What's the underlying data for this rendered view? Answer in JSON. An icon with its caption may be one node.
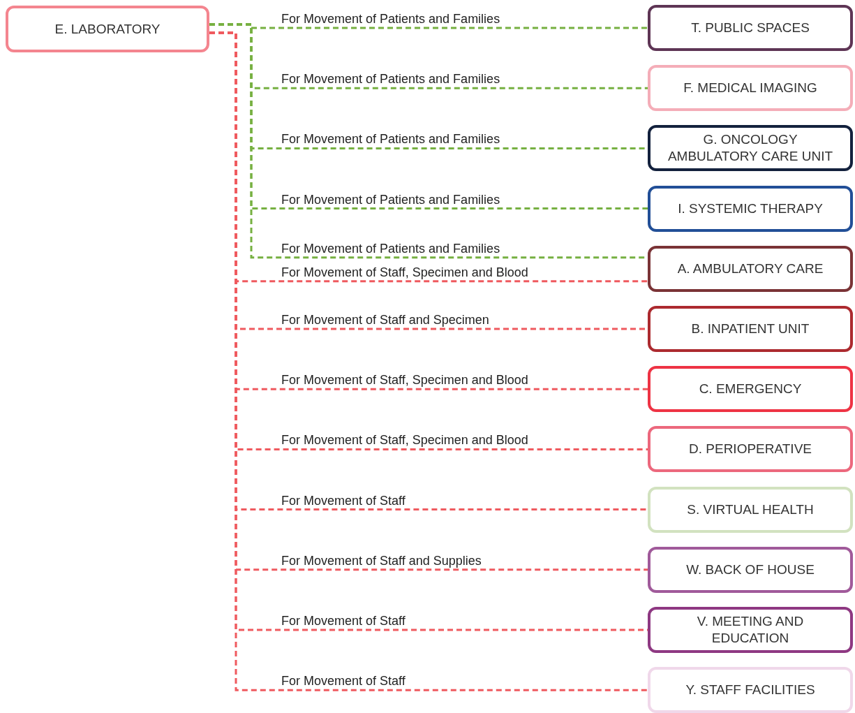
{
  "diagram": {
    "nodes": [
      {
        "text": [
          "E. LABORATORY"
        ]
      },
      {
        "text": [
          "T. PUBLIC SPACES"
        ]
      },
      {
        "text": [
          "F. MEDICAL IMAGING"
        ]
      },
      {
        "text": [
          "G. ONCOLOGY AMBULATORY CARE UNIT"
        ]
      },
      {
        "text": [
          "I. SYSTEMIC THERAPY"
        ]
      },
      {
        "text": [
          "A. AMBULATORY CARE"
        ]
      },
      {
        "text": [
          "B. INPATIENT UNIT"
        ]
      },
      {
        "text": [
          "C. EMERGENCY"
        ]
      },
      {
        "text": [
          "D. PERIOPERATIVE"
        ]
      },
      {
        "text": [
          "S. VIRTUAL HEALTH"
        ]
      },
      {
        "text": [
          "W. BACK OF HOUSE"
        ]
      },
      {
        "text": [
          "V. MEETING AND EDUCATION"
        ]
      },
      {
        "text": [
          "Y. STAFF FACILITIES"
        ]
      }
    ],
    "edges": [
      {
        "from": 0,
        "to": 1,
        "arrow": "none",
        "label": "For Movement of Patients and Families",
        "style": "dashed",
        "color": "#76b041"
      },
      {
        "from": 0,
        "to": 2,
        "arrow": "none",
        "label": "For Movement of Patients and Families",
        "style": "dashed",
        "color": "#76b041"
      },
      {
        "from": 0,
        "to": 3,
        "arrow": "none",
        "label": "For Movement of Patients and Families",
        "style": "dashed",
        "color": "#76b041"
      },
      {
        "from": 0,
        "to": 4,
        "arrow": "none",
        "label": "For Movement of Patients and Families",
        "style": "dashed",
        "color": "#76b041"
      },
      {
        "from": 0,
        "to": 5,
        "arrow": "none",
        "label": "For Movement of Patients and Families",
        "style": "dashed",
        "color": "#76b041"
      },
      {
        "from": 0,
        "to": 5,
        "arrow": "none",
        "label": "For Movement of Staff, Specimen and Blood",
        "style": "dashed"
      },
      {
        "from": 0,
        "to": 6,
        "arrow": "none",
        "label": "For Movement of Staff and Specimen",
        "style": "dashed"
      },
      {
        "from": 0,
        "to": 7,
        "arrow": "none",
        "label": "For Movement of Staff, Specimen and Blood",
        "style": "dashed"
      },
      {
        "from": 0,
        "to": 8,
        "arrow": "none",
        "label": "For Movement of Staff, Specimen and Blood",
        "style": "dashed"
      },
      {
        "from": 0,
        "to": 9,
        "arrow": "none",
        "label": "For Movement of Staff",
        "style": "dashed"
      },
      {
        "from": 0,
        "to": 10,
        "arrow": "none",
        "label": "For Movement of Staff and Supplies",
        "style": "dashed"
      },
      {
        "from": 0,
        "to": 11,
        "arrow": "none",
        "label": "For Movement of Staff",
        "style": "dashed"
      },
      {
        "from": 0,
        "to": 12,
        "arrow": "none",
        "label": "For Movement of Staff",
        "style": "dashed"
      }
    ]
  }
}
